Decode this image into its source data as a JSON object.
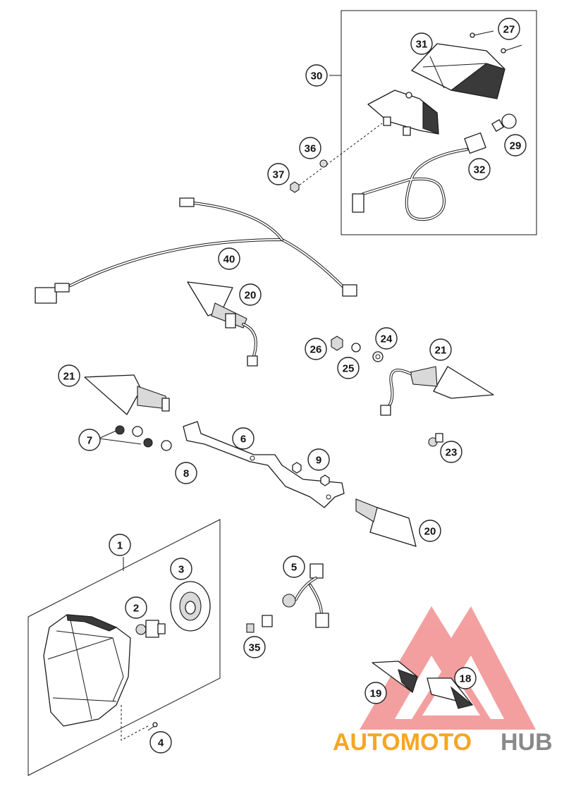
{
  "callouts": [
    "27",
    "31",
    "30",
    "36",
    "29",
    "37",
    "32",
    "40",
    "20",
    "26",
    "24",
    "21",
    "25",
    "21",
    "7",
    "6",
    "23",
    "9",
    "8",
    "20",
    "1",
    "3",
    "5",
    "2",
    "35",
    "18",
    "19",
    "4"
  ],
  "watermark": {
    "word_left": "AUTOMOTO",
    "word_right": "HUB",
    "color_left": "#f5a623",
    "color_right": "#8a8a8a",
    "logo_color": "#f08080"
  }
}
